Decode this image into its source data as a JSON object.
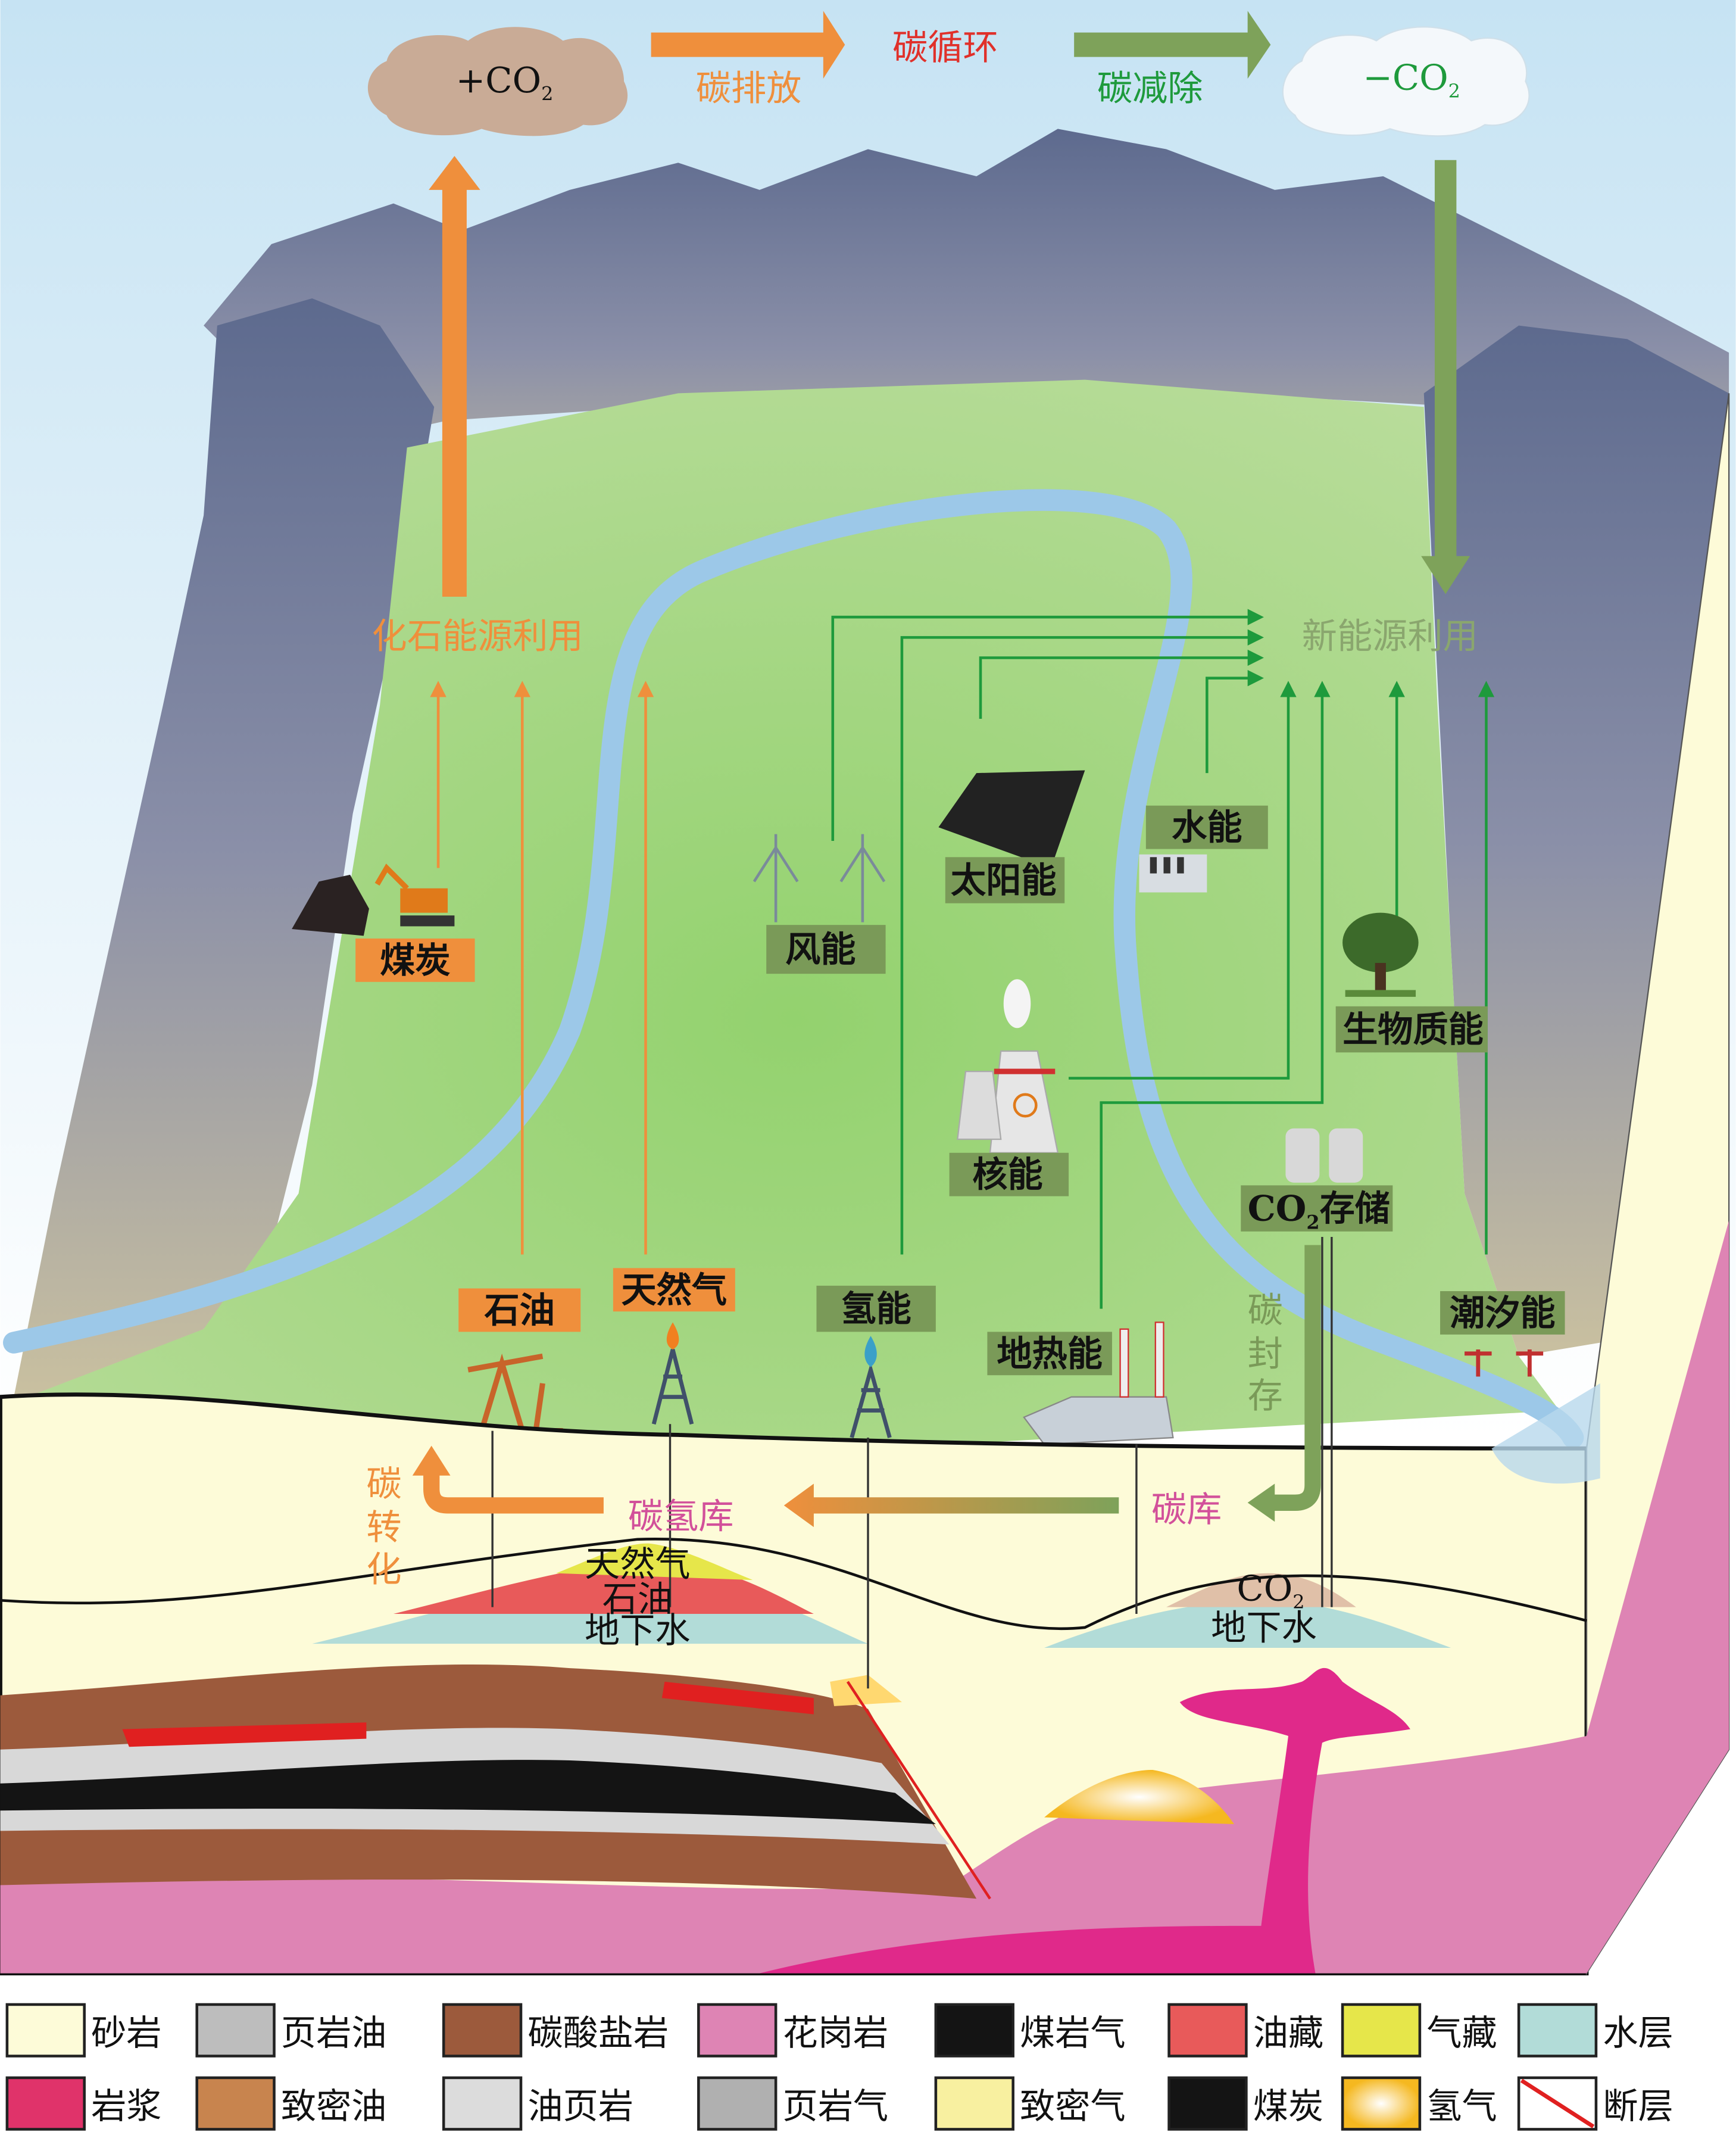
{
  "top": {
    "cloud_left": "+CO",
    "cloud_right": "−CO",
    "subscript": "2",
    "emission": "碳排放",
    "cycle": "碳循环",
    "removal": "碳减除"
  },
  "flows": {
    "fossil_use": "化石能源利用",
    "new_energy_use": "新能源利用",
    "carbon_conversion": [
      "碳",
      "转",
      "化"
    ],
    "carbon_sequestration": [
      "碳",
      "封",
      "存"
    ],
    "hydrocarbon_reservoir": "碳氢库",
    "carbon_reservoir": "碳库"
  },
  "sources": {
    "coal": "煤炭",
    "oil": "石油",
    "gas": "天然气",
    "hydrogen": "氢能",
    "wind": "风能",
    "solar": "太阳能",
    "hydro": "水能",
    "biomass": "生物质能",
    "nuclear": "核能",
    "co2_storage_prefix": "CO",
    "co2_storage_suffix": "存储",
    "geothermal": "地热能",
    "tidal": "潮汐能"
  },
  "subsurface": {
    "gas": "天然气",
    "oil": "石油",
    "groundwater_left": "地下水",
    "co2": "CO",
    "groundwater_right": "地下水"
  },
  "legend": [
    {
      "label": "砂岩",
      "color": "#fdfbd8"
    },
    {
      "label": "页岩油",
      "color": "#bdbdbd"
    },
    {
      "label": "碳酸盐岩",
      "color": "#9c5a3c"
    },
    {
      "label": "花岗岩",
      "color": "#de84b4"
    },
    {
      "label": "煤岩气",
      "color": "#141414"
    },
    {
      "label": "油藏",
      "color": "#e85a5a"
    },
    {
      "label": "气藏",
      "color": "#e6e64a"
    },
    {
      "label": "水层",
      "color": "#b2dcd8"
    },
    {
      "label": "岩浆",
      "color": "#e0336a"
    },
    {
      "label": "致密油",
      "color": "#c8844e"
    },
    {
      "label": "油页岩",
      "color": "#dcdcdc"
    },
    {
      "label": "页岩气",
      "color": "#b0b0b0"
    },
    {
      "label": "致密气",
      "color": "#f8f0a0"
    },
    {
      "label": "煤炭",
      "color": "#141414"
    },
    {
      "label": "氢气",
      "color": "#f5b820"
    },
    {
      "label": "断层",
      "color": "#e02020"
    }
  ],
  "colors": {
    "emission": "#ef8f3c",
    "removal": "#7ea25a",
    "cycle": "#e0302a",
    "green_text": "#1e9a3c",
    "pink_text": "#d2509a",
    "label_green_bg": "#7a9a58",
    "label_orange_bg": "#ef8f3c"
  }
}
